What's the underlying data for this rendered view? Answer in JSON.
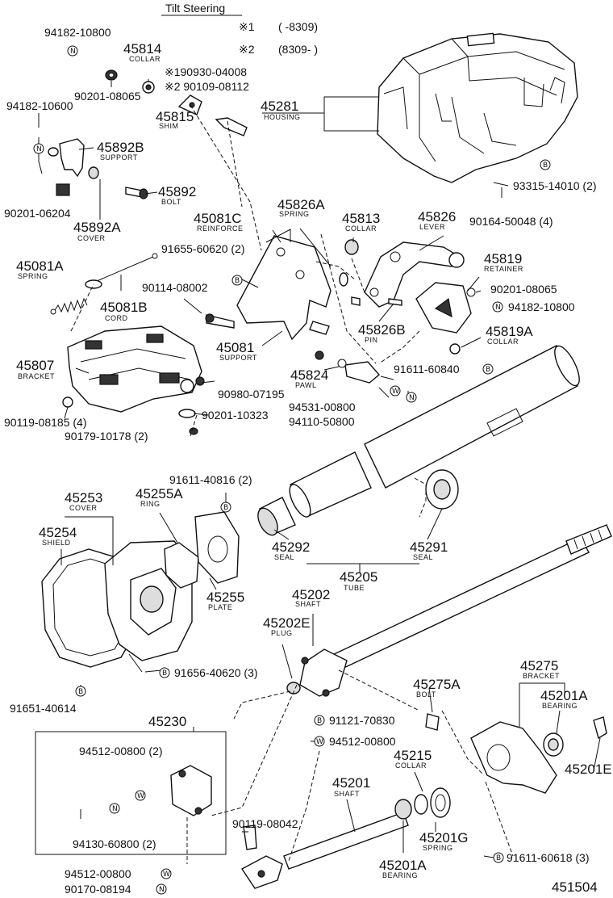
{
  "header": {
    "title": "Tilt Steering",
    "note1_mark": "※1",
    "note1_range": "(      -8309)",
    "note2_mark": "※2",
    "note2_range": "(8309-      )"
  },
  "symbols": {
    "n": "N",
    "w": "W",
    "b": "B"
  },
  "diagram_code": "451504",
  "labels": [
    {
      "id": "94182-10800-top",
      "text": "94182-10800"
    },
    {
      "id": "45814",
      "text": "45814"
    },
    {
      "id": "45814-name",
      "text": "COLLAR"
    },
    {
      "id": "190930-04008",
      "text": "※190930-04008"
    },
    {
      "id": "90109-08112",
      "text": "※2 90109-08112"
    },
    {
      "id": "94182-10600",
      "text": "94182-10600"
    },
    {
      "id": "90201-08065-top",
      "text": "90201-08065"
    },
    {
      "id": "45815",
      "text": "45815"
    },
    {
      "id": "45815-name",
      "text": "SHIM"
    },
    {
      "id": "45281",
      "text": "45281"
    },
    {
      "id": "45281-name",
      "text": "HOUSING"
    },
    {
      "id": "45892B",
      "text": "45892B"
    },
    {
      "id": "45892B-name",
      "text": "SUPPORT"
    },
    {
      "id": "45892",
      "text": "45892"
    },
    {
      "id": "45892-name",
      "text": "BOLT"
    },
    {
      "id": "90201-06204",
      "text": "90201-06204"
    },
    {
      "id": "45892A",
      "text": "45892A"
    },
    {
      "id": "45892A-name",
      "text": "COVER"
    },
    {
      "id": "93315-14010",
      "text": "93315-14010 (2)"
    },
    {
      "id": "90164-50048",
      "text": "90164-50048 (4)"
    },
    {
      "id": "45826A",
      "text": "45826A"
    },
    {
      "id": "45826A-name",
      "text": "SPRING"
    },
    {
      "id": "45813",
      "text": "45813"
    },
    {
      "id": "45813-name",
      "text": "COLLAR"
    },
    {
      "id": "45826",
      "text": "45826"
    },
    {
      "id": "45826-name",
      "text": "LEVER"
    },
    {
      "id": "45081C",
      "text": "45081C"
    },
    {
      "id": "45081C-name",
      "text": "REINFORCE"
    },
    {
      "id": "91655-60620",
      "text": "91655-60620 (2)"
    },
    {
      "id": "45819",
      "text": "45819"
    },
    {
      "id": "45819-name",
      "text": "RETAINER"
    },
    {
      "id": "45081A",
      "text": "45081A"
    },
    {
      "id": "45081A-name",
      "text": "SPRING"
    },
    {
      "id": "90201-08065-right",
      "text": "90201-08065"
    },
    {
      "id": "94182-10800-right",
      "text": "94182-10800"
    },
    {
      "id": "90114-08002",
      "text": "90114-08002"
    },
    {
      "id": "45081B",
      "text": "45081B"
    },
    {
      "id": "45081B-name",
      "text": "CORD"
    },
    {
      "id": "45826B",
      "text": "45826B"
    },
    {
      "id": "45826B-name",
      "text": "PIN"
    },
    {
      "id": "45819A",
      "text": "45819A"
    },
    {
      "id": "45819A-name",
      "text": "COLLAR"
    },
    {
      "id": "45081",
      "text": "45081"
    },
    {
      "id": "45081-name",
      "text": "SUPPORT"
    },
    {
      "id": "45807",
      "text": "45807"
    },
    {
      "id": "45807-name",
      "text": "BRACKET"
    },
    {
      "id": "45824",
      "text": "45824"
    },
    {
      "id": "45824-name",
      "text": "PAWL"
    },
    {
      "id": "91611-60840",
      "text": "91611-60840"
    },
    {
      "id": "90980-07195",
      "text": "90980-07195"
    },
    {
      "id": "94531-00800",
      "text": "94531-00800"
    },
    {
      "id": "90119-08185",
      "text": "90119-08185 (4)"
    },
    {
      "id": "90201-10323",
      "text": "90201-10323"
    },
    {
      "id": "94110-50800",
      "text": "94110-50800"
    },
    {
      "id": "90179-10178",
      "text": "90179-10178 (2)"
    },
    {
      "id": "91611-40816",
      "text": "91611-40816 (2)"
    },
    {
      "id": "45253",
      "text": "45253"
    },
    {
      "id": "45253-name",
      "text": "COVER"
    },
    {
      "id": "45255A",
      "text": "45255A"
    },
    {
      "id": "45255A-name",
      "text": "RING"
    },
    {
      "id": "45254",
      "text": "45254"
    },
    {
      "id": "45254-name",
      "text": "SHIELD"
    },
    {
      "id": "45292",
      "text": "45292"
    },
    {
      "id": "45292-name",
      "text": "SEAL"
    },
    {
      "id": "45291",
      "text": "45291"
    },
    {
      "id": "45291-name",
      "text": "SEAL"
    },
    {
      "id": "45255",
      "text": "45255"
    },
    {
      "id": "45255-name",
      "text": "PLATE"
    },
    {
      "id": "45205",
      "text": "45205"
    },
    {
      "id": "45205-name",
      "text": "TUBE"
    },
    {
      "id": "45202",
      "text": "45202"
    },
    {
      "id": "45202-name",
      "text": "SHAFT"
    },
    {
      "id": "45202E",
      "text": "45202E"
    },
    {
      "id": "45202E-name",
      "text": "PLUG"
    },
    {
      "id": "45275",
      "text": "45275"
    },
    {
      "id": "45275-name",
      "text": "BRACKET"
    },
    {
      "id": "91656-40620",
      "text": "91656-40620 (3)"
    },
    {
      "id": "45201A-top",
      "text": "45201A"
    },
    {
      "id": "45201A-top-name",
      "text": "BEARING"
    },
    {
      "id": "45275A",
      "text": "45275A"
    },
    {
      "id": "45275A-name",
      "text": "BOLT"
    },
    {
      "id": "91651-40614",
      "text": "91651-40614"
    },
    {
      "id": "45230",
      "text": "45230"
    },
    {
      "id": "91121-70830",
      "text": "91121-70830"
    },
    {
      "id": "94512-00800-mid",
      "text": "94512-00800"
    },
    {
      "id": "94512-00800-box",
      "text": "94512-00800 (2)"
    },
    {
      "id": "45215",
      "text": "45215"
    },
    {
      "id": "45215-name",
      "text": "COLLAR"
    },
    {
      "id": "45201E",
      "text": "45201E"
    },
    {
      "id": "45201",
      "text": "45201"
    },
    {
      "id": "45201-name",
      "text": "SHAFT"
    },
    {
      "id": "94130-60800",
      "text": "94130-60800 (2)"
    },
    {
      "id": "90119-08042",
      "text": "90119-08042"
    },
    {
      "id": "45201G",
      "text": "45201G"
    },
    {
      "id": "45201G-name",
      "text": "SPRING"
    },
    {
      "id": "94512-00800-bot",
      "text": "94512-00800"
    },
    {
      "id": "45201A-bot",
      "text": "45201A"
    },
    {
      "id": "45201A-bot-name",
      "text": "BEARING"
    },
    {
      "id": "91611-60618",
      "text": "91611-60618 (3)"
    },
    {
      "id": "90170-08194",
      "text": "90170-08194"
    }
  ]
}
